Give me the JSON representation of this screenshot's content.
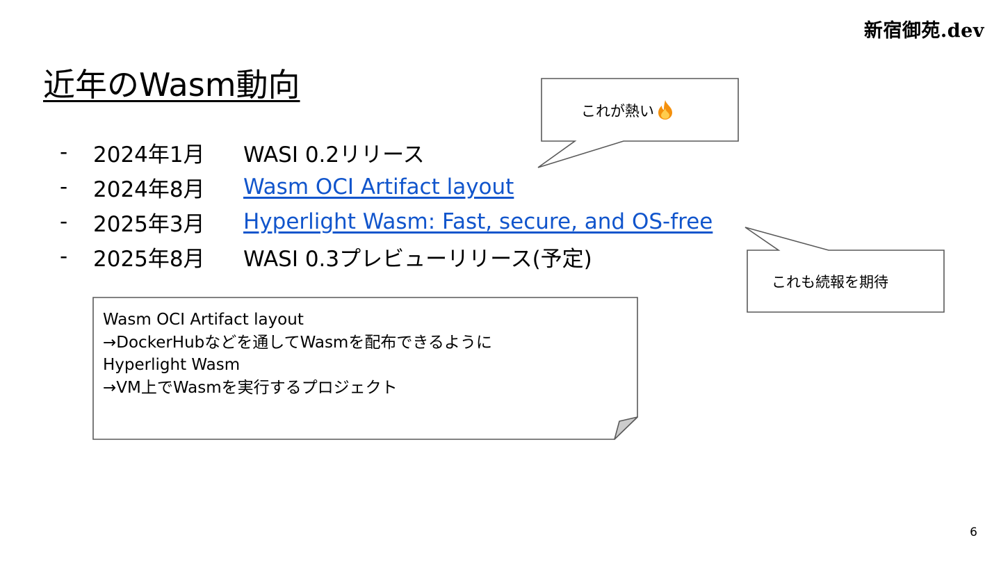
{
  "brand": "新宿御苑.dev",
  "title": "近年のWasm動向",
  "timeline": [
    {
      "bullet": "-",
      "date": "2024年1月",
      "text": "WASI 0.2リリース",
      "is_link": false
    },
    {
      "bullet": "-",
      "date": "2024年8月",
      "text": "Wasm OCI Artifact layout",
      "is_link": true
    },
    {
      "bullet": "-",
      "date": "2025年3月",
      "text": "Hyperlight Wasm: Fast, secure, and OS-free",
      "is_link": true
    },
    {
      "bullet": "-",
      "date": "2025年8月",
      "text": "WASI 0.3プレビューリリース(予定)",
      "is_link": false
    }
  ],
  "callouts": {
    "hot": {
      "text": "これが熱い",
      "icon": "fire-emoji-icon"
    },
    "expect": {
      "text": "これも続報を期待"
    }
  },
  "note": {
    "lines": [
      "Wasm OCI Artifact layout",
      "→DockerHubなどを通してWasmを配布できるように",
      "Hyperlight Wasm",
      "→VM上でWasmを実行するプロジェクト"
    ]
  },
  "page_number": "6",
  "colors": {
    "link": "#1155cc",
    "shape_border": "#595959",
    "fold": "#cccccc"
  }
}
